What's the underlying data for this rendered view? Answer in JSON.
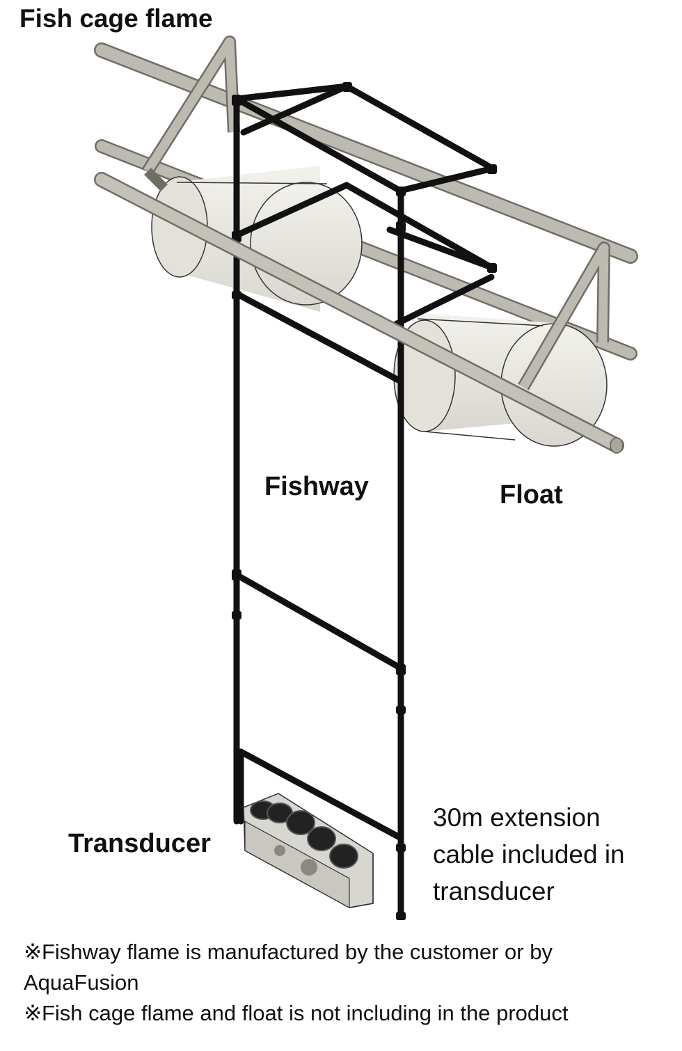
{
  "labels": {
    "fish_cage_frame": "Fish cage flame",
    "fishway": "Fishway",
    "float": "Float",
    "transducer": "Transducer",
    "cable_line1": "30m extension",
    "cable_line2": "cable included in",
    "cable_line3": "transducer"
  },
  "notes": {
    "note1_line1": "※Fishway flame is manufactured by the customer or by",
    "note1_line2": "AquaFusion",
    "note2": "※Fish cage flame and float is not including in the product"
  },
  "colors": {
    "cage_pipe": "#b9b7ac",
    "cage_pipe_edge": "#6f6d66",
    "float_fill": "#e6e4de",
    "fishway_frame": "#111111"
  }
}
